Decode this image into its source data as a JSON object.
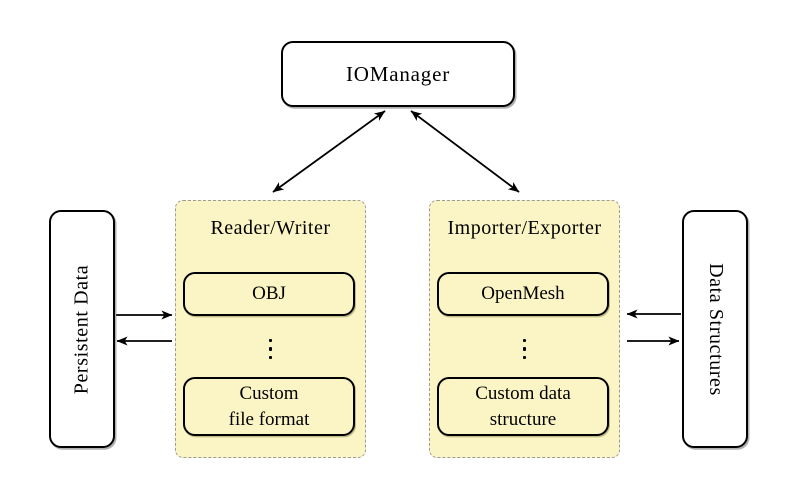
{
  "diagram": {
    "type": "block-diagram",
    "background": "#ffffff",
    "colors": {
      "group_fill": "#fbf5c5",
      "group_border": "#9b9b9b",
      "node_fill": "#ffffff",
      "node_border": "#000000",
      "arrow": "#000000"
    },
    "nodes": {
      "iomanager": {
        "label": "IOManager"
      },
      "persistent_data": {
        "label": "Persistent Data"
      },
      "data_structures": {
        "label": "Data Structures"
      },
      "reader_writer": {
        "title": "Reader/Writer",
        "items": {
          "top": "OBJ",
          "ellipsis_icon": "vdots",
          "bottom_line1": "Custom",
          "bottom_line2": "file format"
        }
      },
      "importer_exporter": {
        "title": "Importer/Exporter",
        "items": {
          "top": "OpenMesh",
          "ellipsis_icon": "vdots",
          "bottom_line1": "Custom data",
          "bottom_line2": "structure"
        }
      }
    },
    "connections": [
      {
        "from": "iomanager",
        "to": "reader_writer",
        "style": "double-headed"
      },
      {
        "from": "iomanager",
        "to": "importer_exporter",
        "style": "double-headed"
      },
      {
        "from": "persistent_data",
        "to": "reader_writer",
        "style": "single"
      },
      {
        "from": "reader_writer",
        "to": "persistent_data",
        "style": "single"
      },
      {
        "from": "data_structures",
        "to": "importer_exporter",
        "style": "single"
      },
      {
        "from": "importer_exporter",
        "to": "data_structures",
        "style": "single"
      }
    ]
  }
}
